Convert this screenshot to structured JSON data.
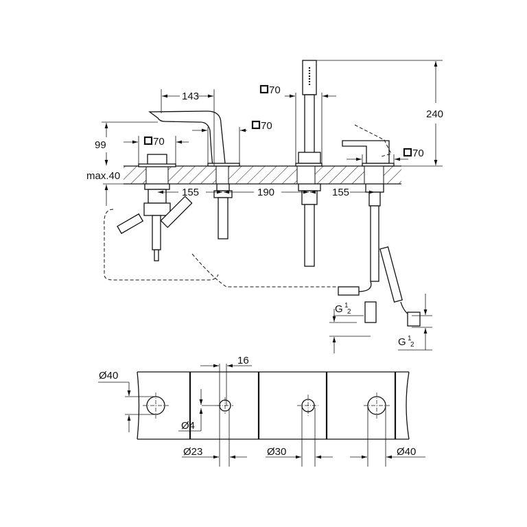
{
  "drawing": {
    "side_view": {
      "dim_spout_reach": "143",
      "dim_spout_height": "99",
      "dim_total_height": "240",
      "dim_deck_thickness": "max.40",
      "dim_spacing": [
        "155",
        "190",
        "155"
      ],
      "square_70_labels": [
        "70",
        "70",
        "70",
        "70"
      ],
      "thread_labels": [
        {
          "letter": "G",
          "num": "1",
          "den": "2"
        },
        {
          "letter": "G",
          "num": "1",
          "den": "2"
        }
      ]
    },
    "hole_plan": {
      "dim_hole_left": "Ø40",
      "dim_offset": "16",
      "dim_small_hole": "Ø4",
      "dim_hole_2": "Ø23",
      "dim_hole_3": "Ø30",
      "dim_hole_4": "Ø40"
    }
  }
}
